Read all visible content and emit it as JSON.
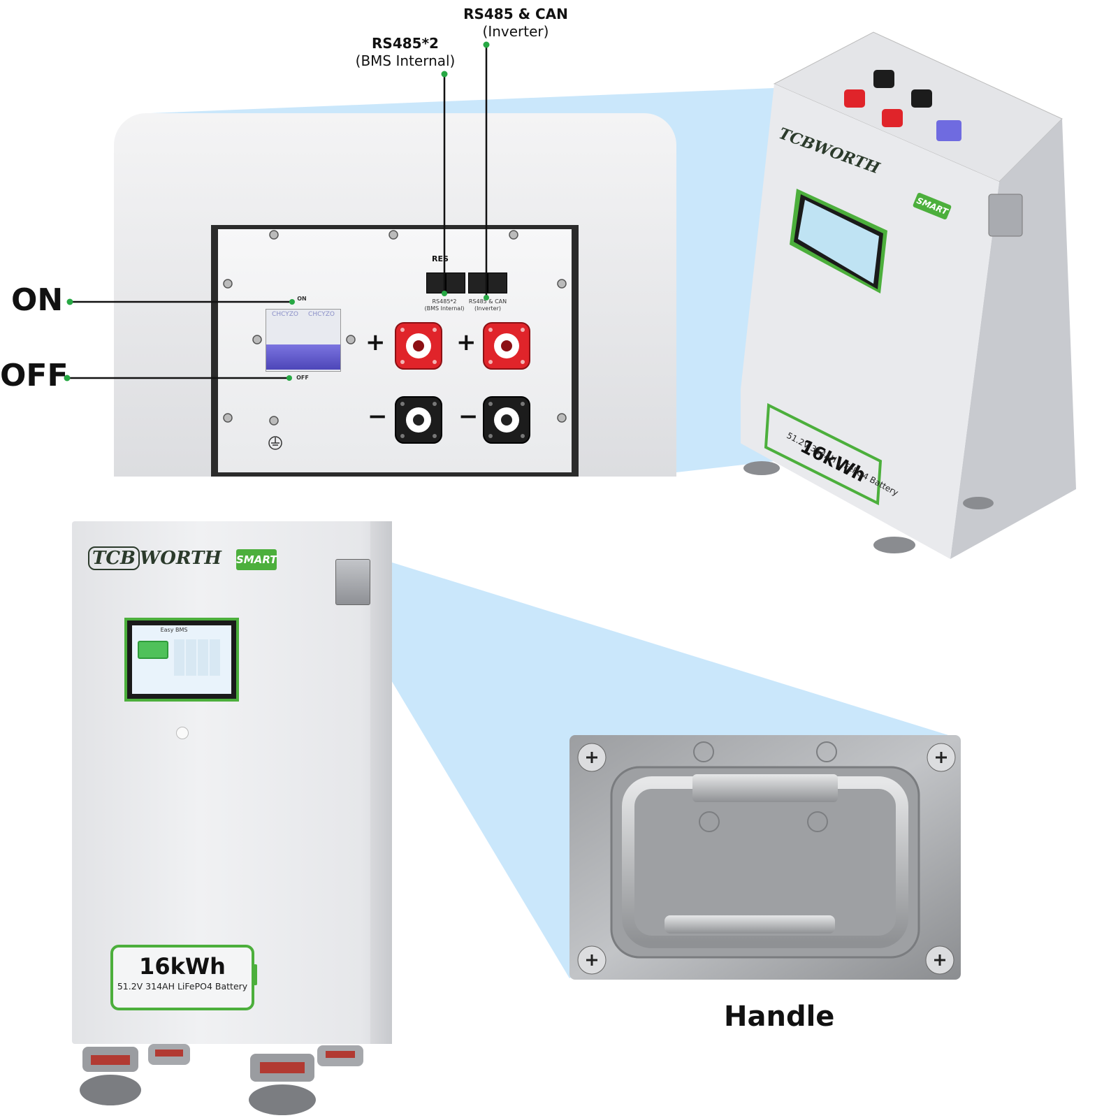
{
  "callouts": {
    "rs485_can": {
      "title": "RS485 & CAN",
      "sub": "(Inverter)"
    },
    "rs485_bms": {
      "title": "RS485*2",
      "sub": "(BMS Internal)"
    },
    "on": "ON",
    "off": "OFF"
  },
  "panel": {
    "port_group_label": "RES",
    "port_bms_label": "RS485*2",
    "port_bms_sub": "(BMS Internal)",
    "port_inv_label": "RS485 & CAN",
    "port_inv_sub": "(Inverter)",
    "switch_on": "ON",
    "switch_off": "OFF",
    "breaker_brand_1": "CHCYZO",
    "breaker_brand_2": "CHCYZO",
    "plus": "+",
    "minus": "−"
  },
  "battery": {
    "logo_prefix": "TCB",
    "logo_suffix": "WORTH",
    "smart_badge": "SMART",
    "screen_title": "Easy BMS",
    "capacity": "16kWh",
    "spec": "51.2V 314AH LiFePO4 Battery"
  },
  "handle": {
    "caption": "Handle"
  },
  "colors": {
    "accent_green": "#4caf3c",
    "highlight_blue": "#9fd3f7",
    "terminal_red": "#e0242a",
    "terminal_black": "#1c1c1c"
  }
}
